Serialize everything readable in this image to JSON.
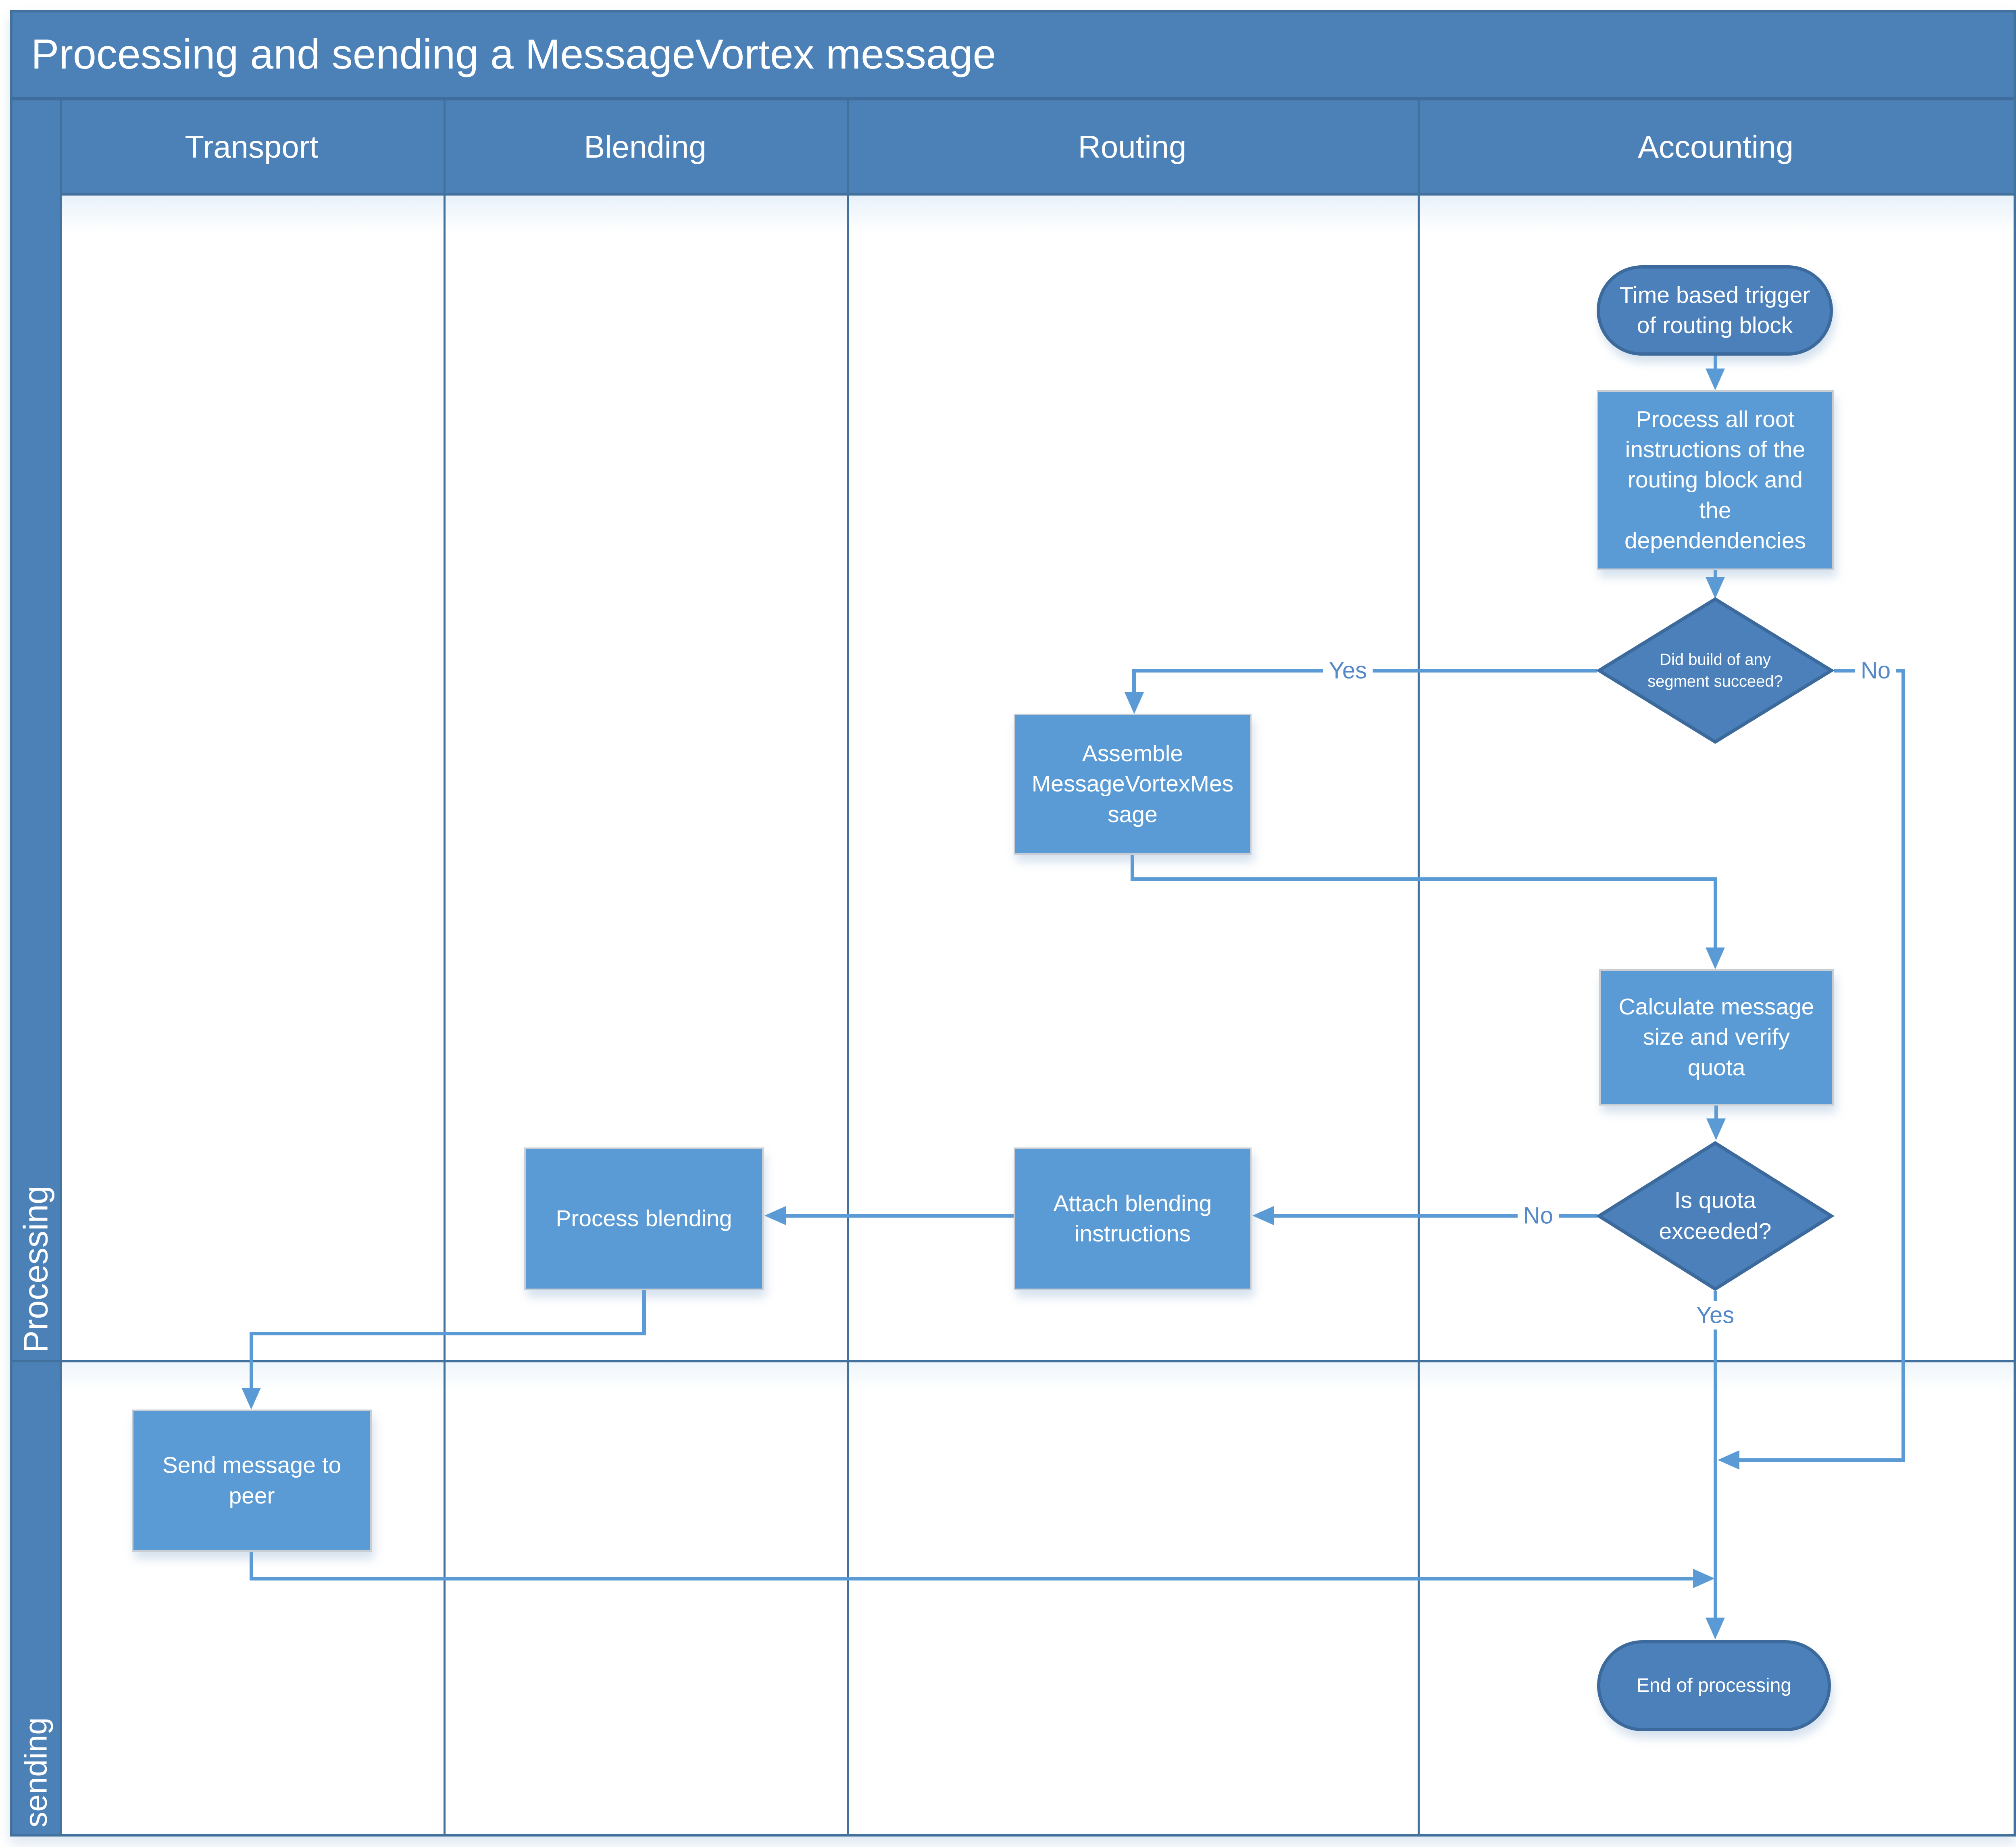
{
  "title": "Processing and sending a MessageVortex message",
  "lanes": {
    "columns": [
      {
        "label": "Transport"
      },
      {
        "label": "Blending"
      },
      {
        "label": "Routing"
      },
      {
        "label": "Accounting"
      }
    ],
    "rows": [
      {
        "label": "Processing"
      },
      {
        "label": "sending"
      }
    ]
  },
  "nodes": {
    "time_trigger": {
      "label": "Time based trigger\nof routing block",
      "shape": "stadium"
    },
    "process_root": {
      "label": "Process all root\ninstructions of the\nrouting block and\nthe\ndependendencies",
      "shape": "process"
    },
    "build_succeed": {
      "label": "Did build of any\nsegment succeed?",
      "shape": "decision"
    },
    "assemble": {
      "label": "Assemble\nMessageVortexMes\nsage",
      "shape": "process"
    },
    "calculate": {
      "label": "Calculate message\nsize and verify\nquota",
      "shape": "process"
    },
    "quota": {
      "label": "Is quota\nexceeded?",
      "shape": "decision"
    },
    "attach": {
      "label": "Attach blending\ninstructions",
      "shape": "process"
    },
    "blending": {
      "label": "Process blending",
      "shape": "process"
    },
    "send": {
      "label": "Send message to\npeer",
      "shape": "process"
    },
    "end": {
      "label": "End of processing",
      "shape": "stadium"
    }
  },
  "edge_labels": {
    "build_yes": "Yes",
    "build_no": "No",
    "quota_no": "No",
    "quota_yes": "Yes"
  },
  "colors": {
    "band_fill": "#4c81b7",
    "grid_line": "#41719c",
    "process_fill": "#5b9bd5",
    "terminal_fill": "#4c80ba",
    "terminal_border": "#3c6a9c",
    "connector": "#5b9bd5",
    "edge_label_text": "#5588c7"
  }
}
